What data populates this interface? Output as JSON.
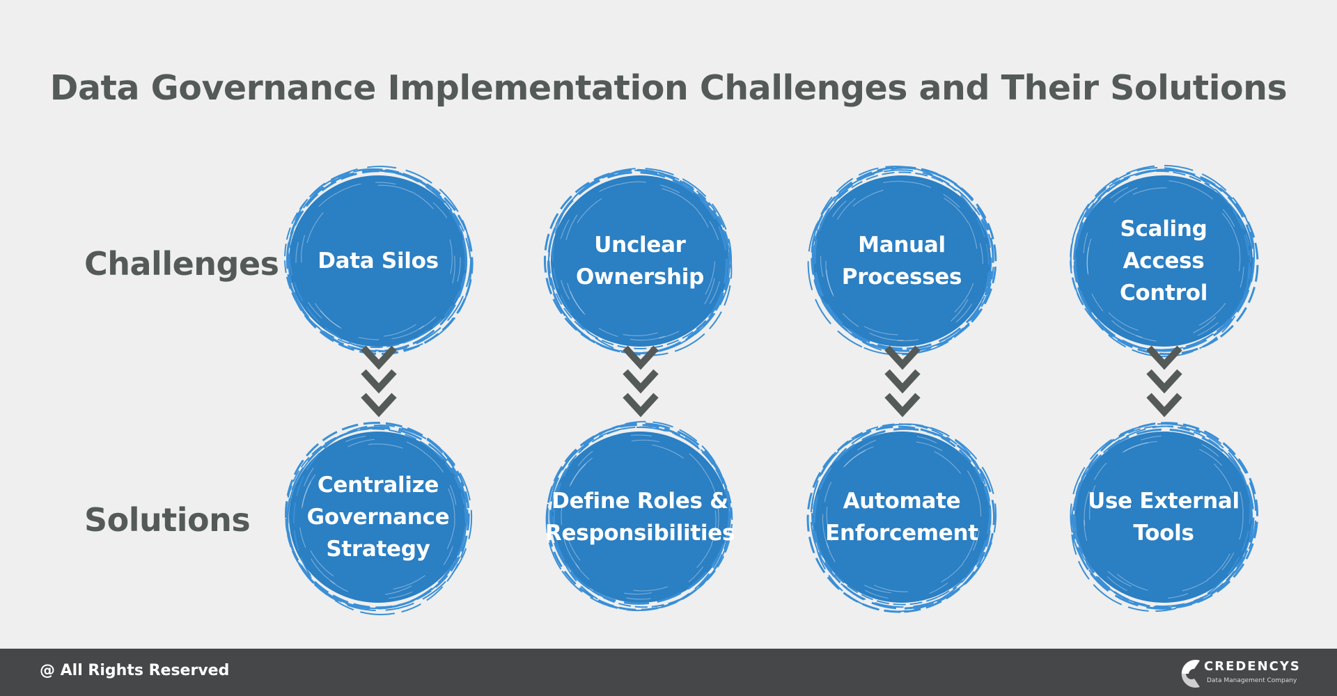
{
  "title": "Data Governance Implementation Challenges and Their Solutions",
  "row_labels": {
    "challenges": "Challenges",
    "solutions": "Solutions"
  },
  "challenges": [
    "Data Silos",
    "Unclear\nOwnership",
    "Manual\nProcesses",
    "Scaling\nAccess\nControl"
  ],
  "solutions": [
    "Centralize\nGovernance\nStrategy",
    "Define Roles &\nResponsibilities",
    "Automate\nEnforcement",
    "Use External\nTools"
  ],
  "footer": {
    "rights": "@ All Rights Reserved"
  },
  "logo": {
    "name": "CREDENCYS",
    "tagline": "Data Management Company"
  },
  "colors": {
    "circle_blue": "#2b7fc3",
    "circle_stroke": "#3a8fd6",
    "text_gray": "#545a57",
    "arrow_gray": "#545a57",
    "footer_bg": "#464748",
    "background": "#efefef"
  }
}
